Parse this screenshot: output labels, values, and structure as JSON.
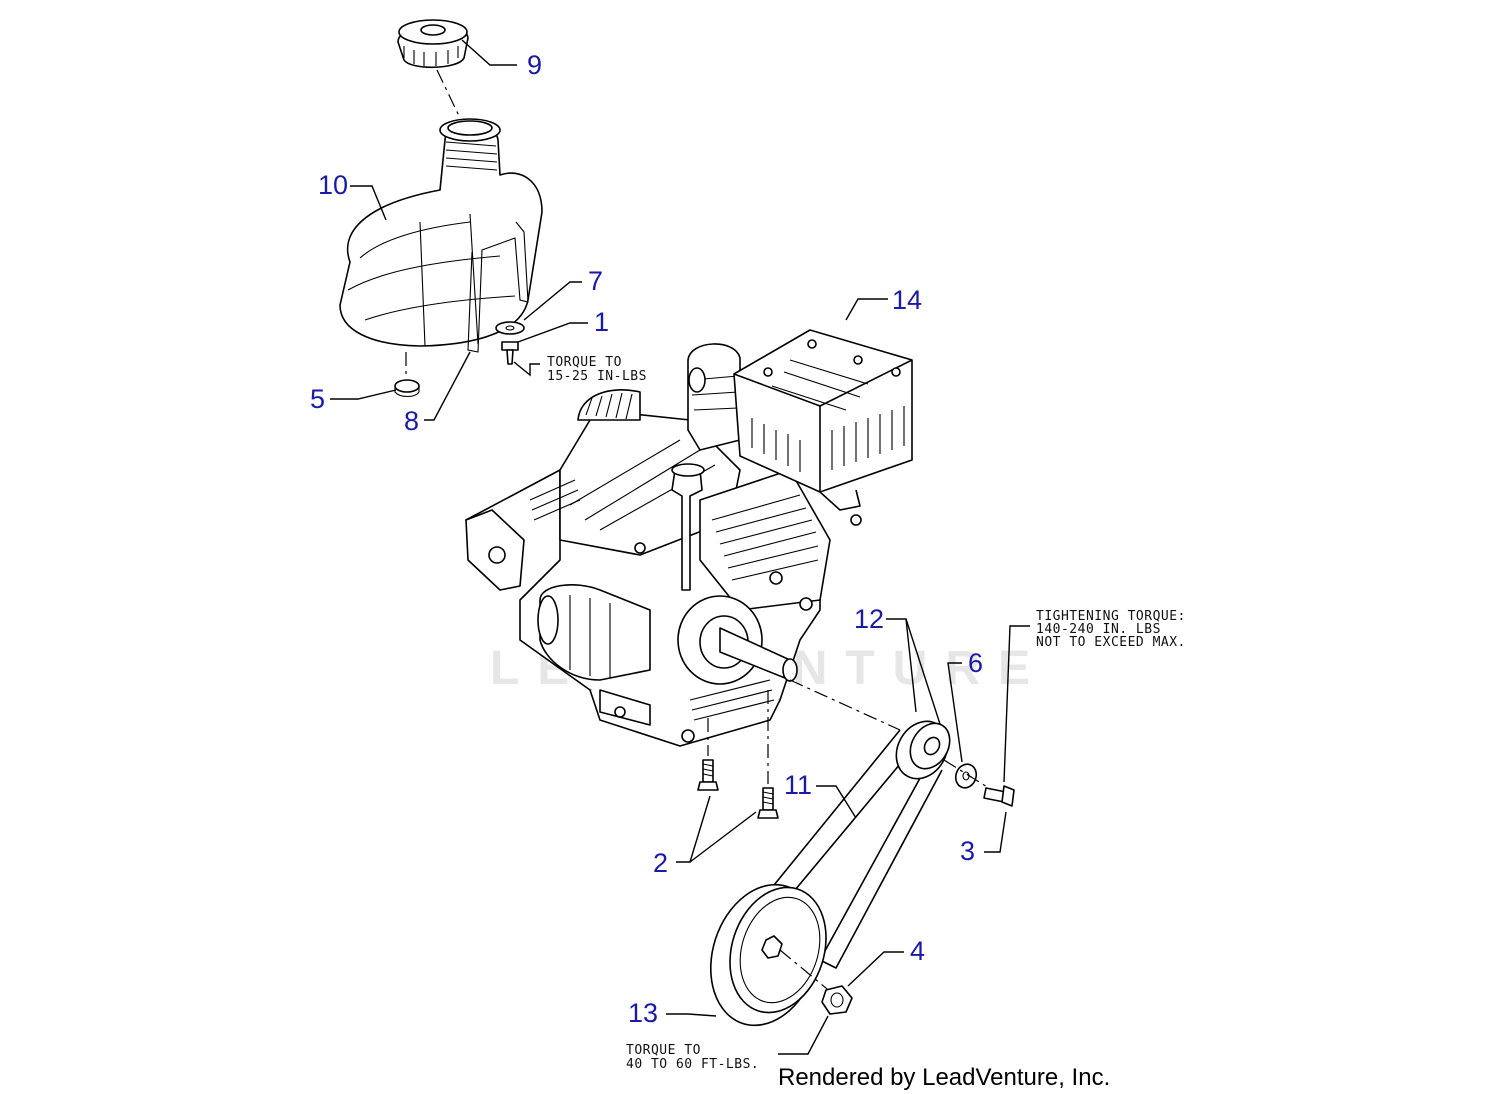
{
  "watermark": "LEADVENTURE",
  "credit": "Rendered by LeadVenture, Inc.",
  "callouts": [
    {
      "id": "p1",
      "label": "1"
    },
    {
      "id": "p2",
      "label": "2"
    },
    {
      "id": "p3",
      "label": "3"
    },
    {
      "id": "p4",
      "label": "4"
    },
    {
      "id": "p5",
      "label": "5"
    },
    {
      "id": "p6",
      "label": "6"
    },
    {
      "id": "p7",
      "label": "7"
    },
    {
      "id": "p8",
      "label": "8"
    },
    {
      "id": "p9",
      "label": "9"
    },
    {
      "id": "p10",
      "label": "10"
    },
    {
      "id": "p11",
      "label": "11"
    },
    {
      "id": "p12",
      "label": "12"
    },
    {
      "id": "p13",
      "label": "13"
    },
    {
      "id": "p14",
      "label": "14"
    }
  ],
  "notes": {
    "torque_1": [
      "TORQUE TO",
      "15-25 IN-LBS"
    ],
    "torque_3": [
      "TIGHTENING TORQUE:",
      "140-240 IN. LBS",
      "NOT TO EXCEED MAX."
    ],
    "torque_4": [
      "TORQUE TO",
      "40 TO 60 FT-LBS."
    ]
  },
  "colors": {
    "callout": "#1a1aa8",
    "ink": "#000000"
  }
}
